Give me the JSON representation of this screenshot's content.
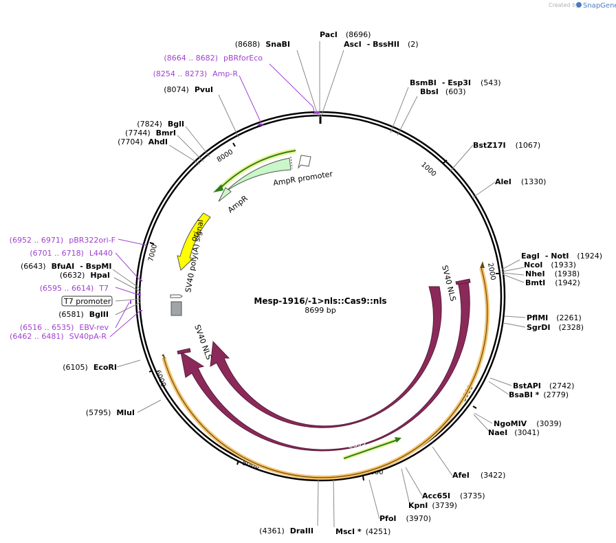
{
  "credit": {
    "created_by": "Created by",
    "brand": "SnapGene"
  },
  "plasmid": {
    "name": "Mesp-1916/-1>nls::Cas9::nls",
    "length_label": "8699 bp"
  },
  "ticks": [
    "1000",
    "2000",
    "3000",
    "4000",
    "5000",
    "6000",
    "7000",
    "8000"
  ],
  "sites": [
    {
      "id": "snabi",
      "name": "SnaBI",
      "pos": "(8688)"
    },
    {
      "id": "paci",
      "name": "PacI",
      "pos": "(8696)"
    },
    {
      "id": "asci",
      "name": "AscI",
      "pos": ""
    },
    {
      "id": "bsshii",
      "name": "- BssHII",
      "pos": "(2)"
    },
    {
      "id": "pvui",
      "name": "PvuI",
      "pos": "(8074)"
    },
    {
      "id": "bsmbi",
      "name": "BsmBI",
      "pos": ""
    },
    {
      "id": "esp3i",
      "name": "- Esp3I",
      "pos": "(543)"
    },
    {
      "id": "bbsi",
      "name": "BbsI",
      "pos": "(603)"
    },
    {
      "id": "bgli",
      "name": "BglI",
      "pos": "(7824)"
    },
    {
      "id": "bmri",
      "name": "BmrI",
      "pos": "(7744)"
    },
    {
      "id": "ahdi",
      "name": "AhdI",
      "pos": "(7704)"
    },
    {
      "id": "bstz17i",
      "name": "BstZ17I",
      "pos": "(1067)"
    },
    {
      "id": "alei",
      "name": "AleI",
      "pos": "(1330)"
    },
    {
      "id": "eagi",
      "name": "EagI",
      "pos": ""
    },
    {
      "id": "noti",
      "name": "- NotI",
      "pos": "(1924)"
    },
    {
      "id": "ncoi",
      "name": "NcoI",
      "pos": "(1933)"
    },
    {
      "id": "nhei",
      "name": "NheI",
      "pos": "(1938)"
    },
    {
      "id": "bmti",
      "name": "BmtI",
      "pos": "(1942)"
    },
    {
      "id": "bfuai",
      "name": "BfuAI",
      "pos": "(6643)"
    },
    {
      "id": "bspmi",
      "name": "- BspMI",
      "pos": ""
    },
    {
      "id": "hpai",
      "name": "HpaI",
      "pos": "(6632)"
    },
    {
      "id": "bglii",
      "name": "BglII",
      "pos": "(6581)"
    },
    {
      "id": "pflmi",
      "name": "PflMI",
      "pos": "(2261)"
    },
    {
      "id": "sgrdi",
      "name": "SgrDI",
      "pos": "(2328)"
    },
    {
      "id": "ecori",
      "name": "EcoRI",
      "pos": "(6105)"
    },
    {
      "id": "bstapi",
      "name": "BstAPI",
      "pos": "(2742)"
    },
    {
      "id": "bsabi",
      "name": "BsaBI *",
      "pos": "(2779)"
    },
    {
      "id": "mlui",
      "name": "MluI",
      "pos": "(5795)"
    },
    {
      "id": "ngomiv",
      "name": "NgoMIV",
      "pos": "(3039)"
    },
    {
      "id": "naei",
      "name": "NaeI",
      "pos": "(3041)"
    },
    {
      "id": "afei",
      "name": "AfeI",
      "pos": "(3422)"
    },
    {
      "id": "acc65i",
      "name": "Acc65I",
      "pos": "(3735)"
    },
    {
      "id": "kpni",
      "name": "KpnI",
      "pos": "(3739)"
    },
    {
      "id": "pfoi",
      "name": "PfoI",
      "pos": "(3970)"
    },
    {
      "id": "draiii",
      "name": "DraIII",
      "pos": "(4361)"
    },
    {
      "id": "msci",
      "name": "MscI *",
      "pos": "(4251)"
    }
  ],
  "primers": [
    {
      "id": "pbrforeco",
      "range": "(8664 .. 8682)",
      "name": "pBRforEco"
    },
    {
      "id": "ampr",
      "range": "(8254 .. 8273)",
      "name": "Amp-R"
    },
    {
      "id": "pbr322ori",
      "range": "(6952 .. 6971)",
      "name": "pBR322ori-F"
    },
    {
      "id": "l4440",
      "range": "(6701 .. 6718)",
      "name": "L4440"
    },
    {
      "id": "t7",
      "range": "(6595 .. 6614)",
      "name": "T7"
    },
    {
      "id": "ebvrev",
      "range": "(6516 .. 6535)",
      "name": "EBV-rev"
    },
    {
      "id": "sv40pa",
      "range": "(6462 .. 6481)",
      "name": "SV40pA-R"
    }
  ],
  "boxed_label": "T7 promoter",
  "features": {
    "ampr_promoter": "AmpR promoter",
    "ampr": "AmpR",
    "ori": "ori",
    "sv40_polya": "SV40 poly(A) signal",
    "sv40_nls_right": "SV40 NLS",
    "sv40_nls_left": "SV40 NLS",
    "cas9_inner": "Cas9",
    "cas9_outer": "Cas9"
  },
  "colors": {
    "cas9": "#8b2a5a",
    "ampr": "#c9f7c9",
    "ori": "#ffff00",
    "highlight": "#f5c36a",
    "primer": "#a040d0",
    "arrow": "#2e7d1a"
  }
}
